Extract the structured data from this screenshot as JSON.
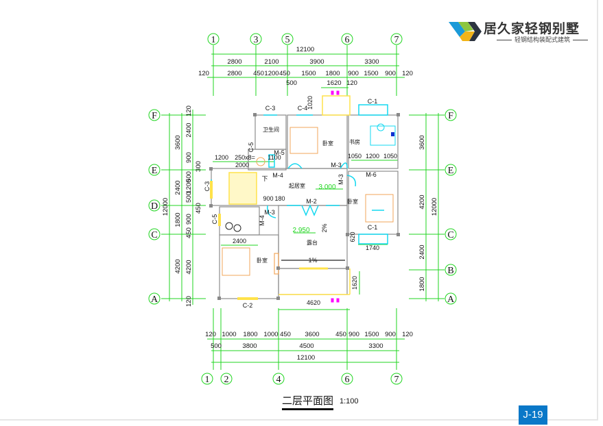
{
  "brand": {
    "name": "居久家轻钢别墅",
    "subtitle": "轻钢结构装配式建筑"
  },
  "badge": "J-19",
  "title": "二层平面图",
  "scale": "1:100",
  "axes_top": [
    "1",
    "3",
    "5",
    "6",
    "7"
  ],
  "axes_bottom": [
    "1",
    "2",
    "4",
    "6",
    "7"
  ],
  "axes_left": [
    "F",
    "E",
    "D",
    "C",
    "A"
  ],
  "axes_right": [
    "F",
    "E",
    "C",
    "B",
    "A"
  ],
  "dims": {
    "top_total": [
      "12100"
    ],
    "top_row2": [
      "2800",
      "2100",
      "3900",
      "3300"
    ],
    "top_row3": [
      "120",
      "2800",
      "450",
      "1200",
      "450",
      "1500",
      "1800",
      "900",
      "1500",
      "900",
      "120"
    ],
    "top_row4": [
      "500",
      "1620",
      "120"
    ],
    "bottom_row1": [
      "120",
      "1000",
      "1800",
      "1000",
      "450",
      "3600",
      "450",
      "900",
      "1500",
      "900",
      "120"
    ],
    "bottom_row2": [
      "500",
      "3800",
      "4500",
      "3300"
    ],
    "bottom_total": [
      "12100"
    ],
    "left_total": [
      "12000"
    ],
    "left_col2": [
      "3600",
      "2400",
      "1800",
      "4200"
    ],
    "left_col3": [
      "120",
      "2400",
      "900",
      "500",
      "1200",
      "500",
      "900",
      "450",
      "4200",
      "120"
    ],
    "left_extra": [
      "300",
      "450"
    ],
    "right_col1": [
      "3600",
      "4200",
      "2400",
      "1800"
    ],
    "right_total": [
      "12000"
    ]
  },
  "plan_labels": {
    "c3_top": "C-3",
    "c4": "C-4",
    "d1020": "1020",
    "c1_top": "C-1",
    "c5_upper": "C-5",
    "m5": "M-5",
    "d1200a": "1200",
    "stair": "250x8=",
    "d1100": "1100",
    "d2000": "2000",
    "m4_upper": "M-4",
    "m3_a": "M-3",
    "m3_b": "M-3",
    "m6": "M-6",
    "d1050a": "1050",
    "d1200b": "1200",
    "d1050b": "1050",
    "c3_left": "C-3",
    "elev_3000": "3.000",
    "d900": "900",
    "d180": "180",
    "m2": "M-2",
    "c5_lower": "C-5",
    "m3_c": "M-3",
    "m4_lower": "M-4",
    "elev_2950": "2.950",
    "slope_2": "2%",
    "c1_lower": "C-1",
    "d620": "620",
    "d1740": "1740",
    "d2400": "2400",
    "slope_1": "1%",
    "d1620": "1620",
    "d4620": "4620",
    "c2": "C-2",
    "down": "下"
  },
  "rooms": {
    "bath_top": "卫生间",
    "bedroom_top": "卧室",
    "study": "书房",
    "living": "起居室",
    "bedroom_right": "卧室",
    "terrace": "露台",
    "bedroom_left": "卧室"
  },
  "colors": {
    "dim": "#1fd51f",
    "wall": "#8c8c8c",
    "window": "#12d8f0",
    "furniture": "#f2a65a",
    "accent": "#0a78c8"
  }
}
